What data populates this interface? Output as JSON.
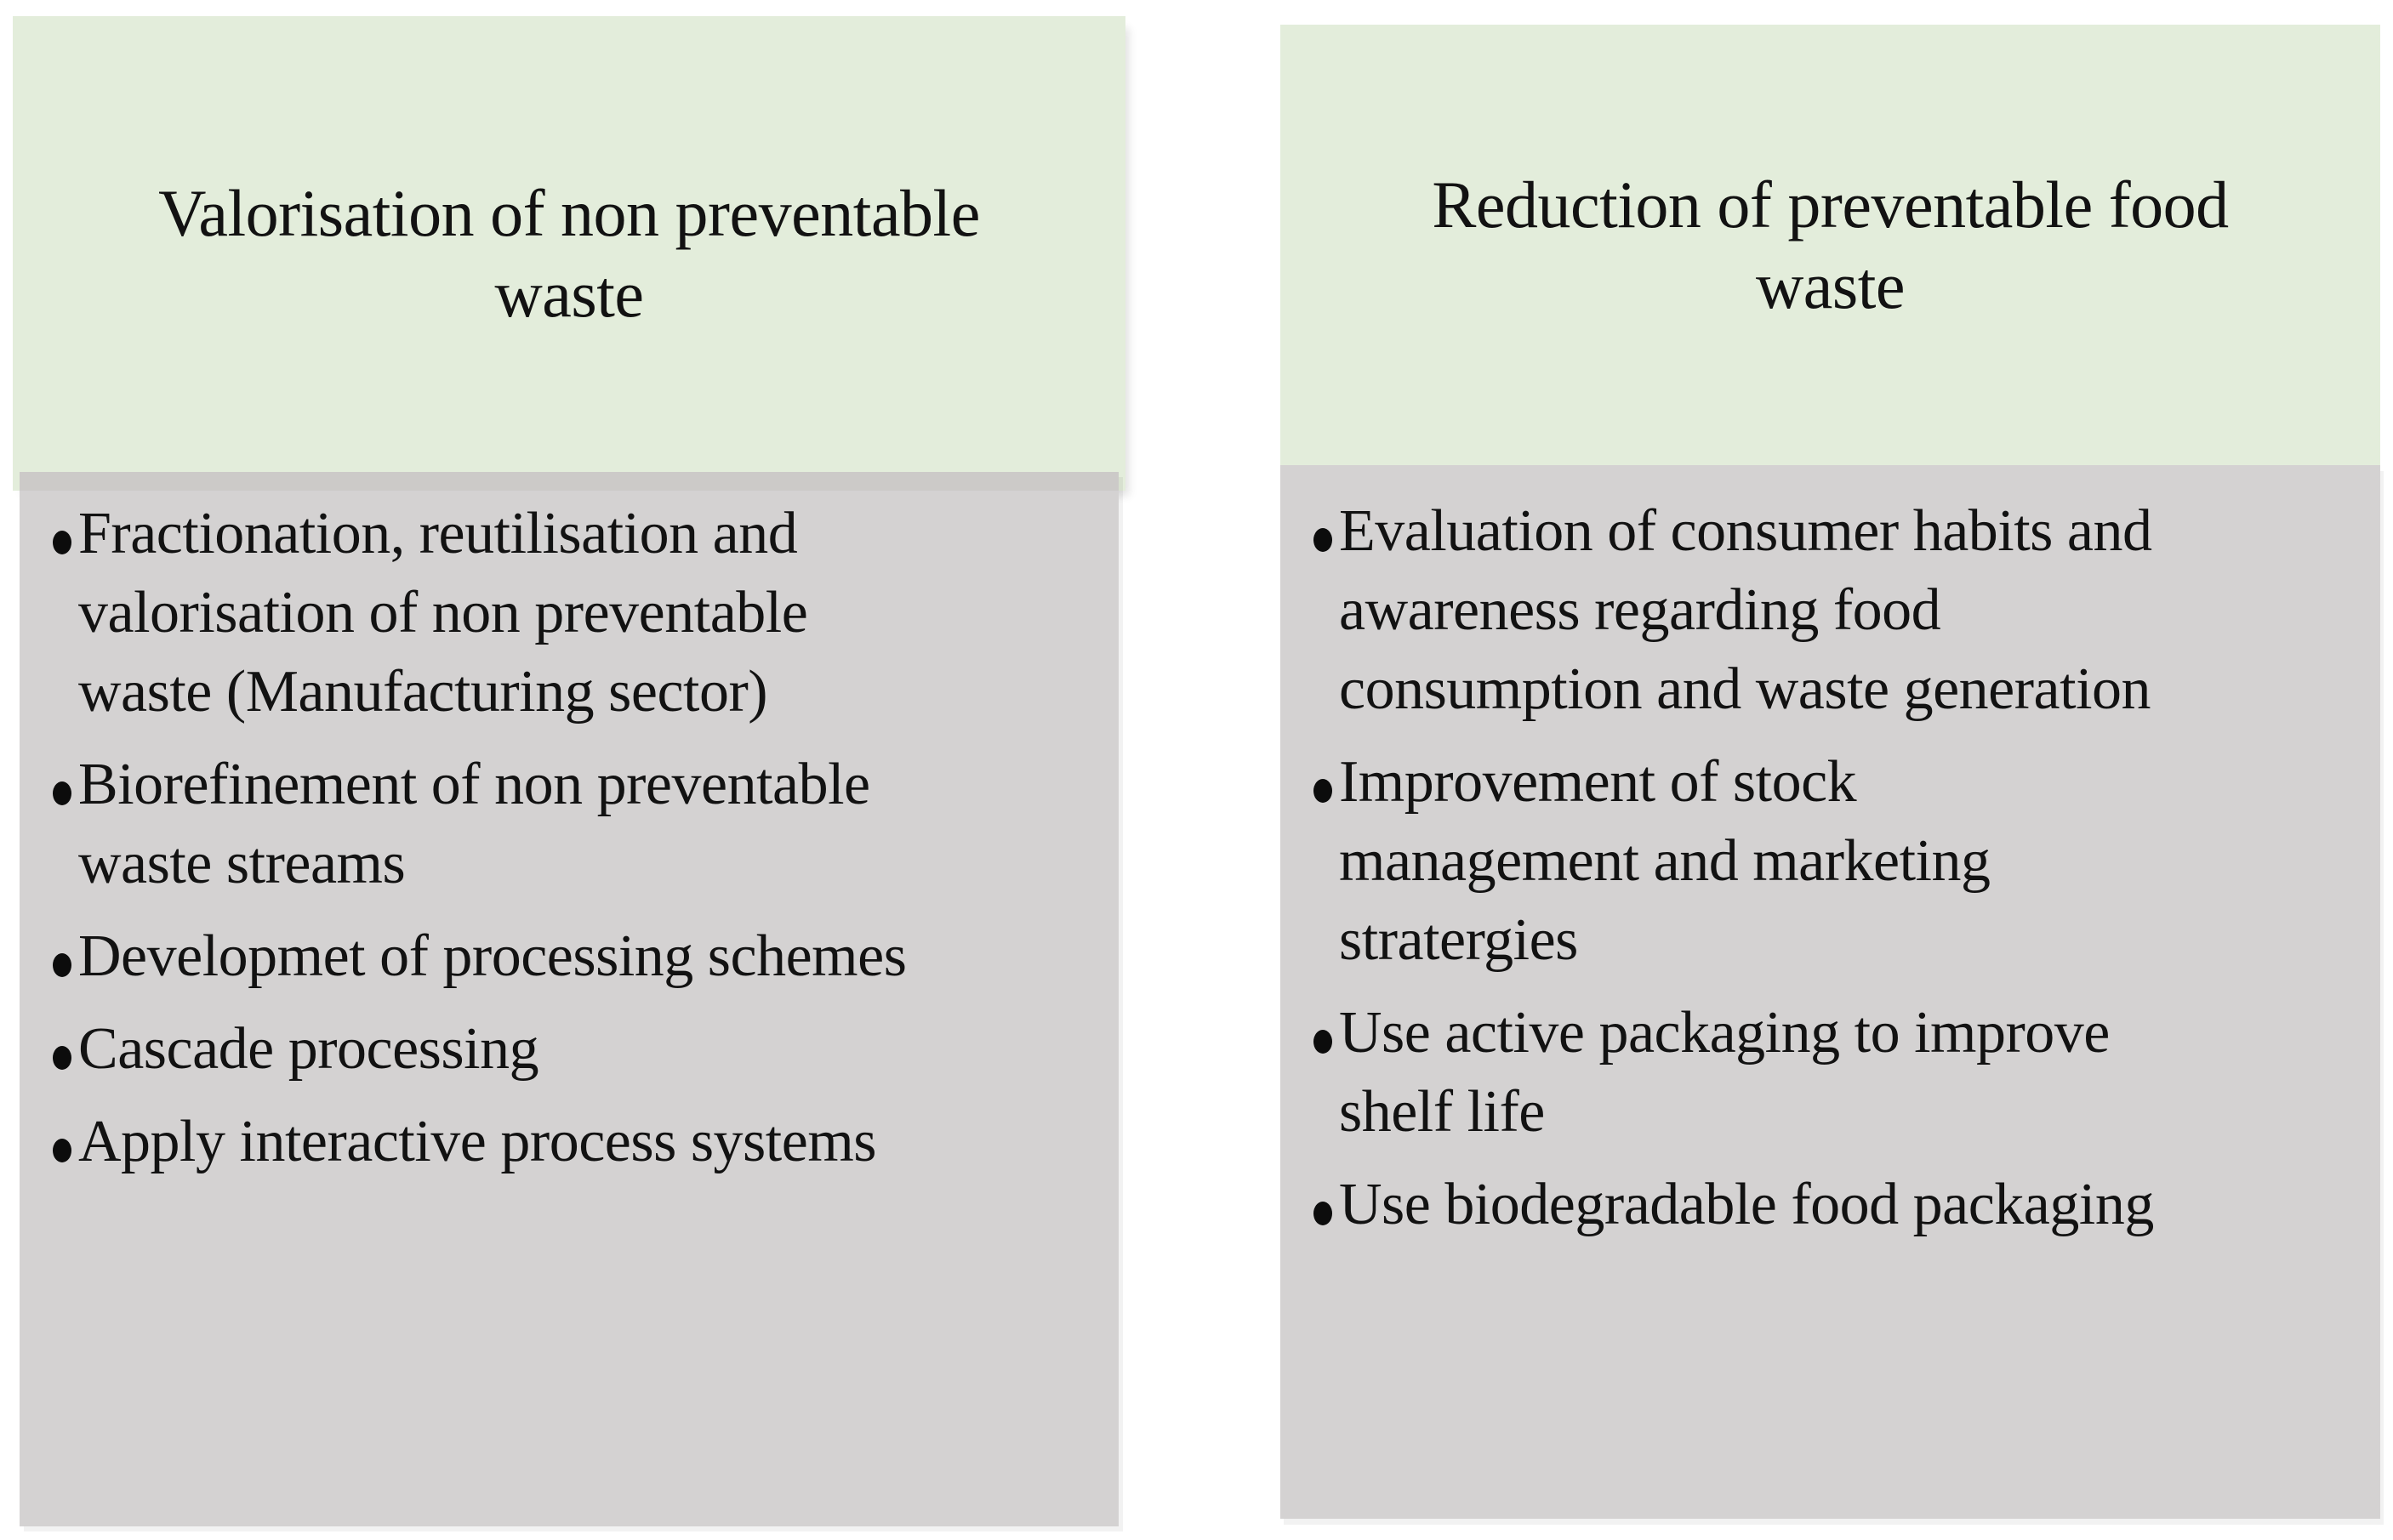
{
  "figure": {
    "columns": [
      {
        "id": "valorisation-of-non-preventable-waste",
        "header": "Valorisation of non preventable\nwaste",
        "items": [
          "Fractionation, reutilisation and\nvalorisation of non preventable\nwaste (Manufacturing sector)",
          "Biorefinement of non preventable\nwaste streams",
          "Developmet of processing schemes",
          "Cascade processing",
          "Apply interactive process systems"
        ]
      },
      {
        "id": "reduction-of-preventable-food-waste",
        "header": "Reduction of preventable food\nwaste",
        "items": [
          "Evaluation of consumer habits and\nawareness regarding food\nconsumption and waste generation",
          "Improvement of stock\nmanagement and marketing\nstratergies",
          "Use active packaging to improve\nshelf life",
          "Use biodegradable food packaging"
        ]
      }
    ]
  },
  "colors": {
    "header_bg": "#e3eddb",
    "body_bg": "#d4d2d2",
    "text": "#121212",
    "page_bg": "#ffffff"
  }
}
